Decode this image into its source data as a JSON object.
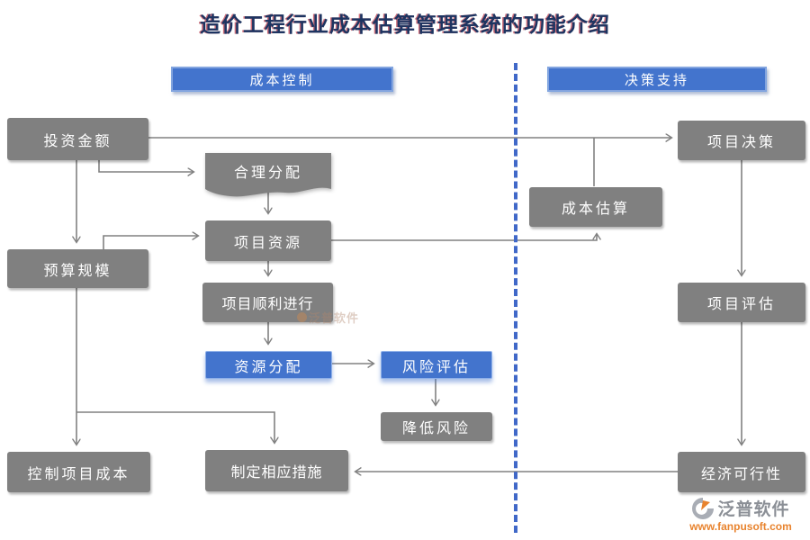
{
  "title": "造价工程行业成本估算管理系统的功能介绍",
  "sections": {
    "cost_control": "成本控制",
    "decision_support": "决策支持"
  },
  "nodes": {
    "investment": {
      "label": "投资金额"
    },
    "reasonable_allocation": {
      "label": "合理分配"
    },
    "project_resources": {
      "label": "项目资源"
    },
    "budget_scale": {
      "label": "预算规模"
    },
    "project_smooth": {
      "label": "项目顺利进行"
    },
    "resource_allocation": {
      "label": "资源分配"
    },
    "risk_assessment": {
      "label": "风险评估"
    },
    "risk_reduction": {
      "label": "降低风险"
    },
    "control_project_cost": {
      "label": "控制项目成本"
    },
    "measures": {
      "label": "制定相应措施"
    },
    "project_decision": {
      "label": "项目决策"
    },
    "cost_estimation": {
      "label": "成本估算"
    },
    "project_evaluation": {
      "label": "项目评估"
    },
    "economic_feasibility": {
      "label": "经济可行性"
    }
  },
  "watermark": {
    "text": "泛普软件"
  },
  "logo": {
    "name": "泛普软件",
    "url": "www.fanpusoft.com"
  },
  "colors": {
    "accent_blue": "#4374cd",
    "node_gray": "#808080",
    "title_navy": "#1d3461",
    "title_red_shadow": "#b22234",
    "separator_blue": "#4068c8",
    "logo_orange": "#e8832e",
    "logo_gray": "#8b8f96"
  }
}
